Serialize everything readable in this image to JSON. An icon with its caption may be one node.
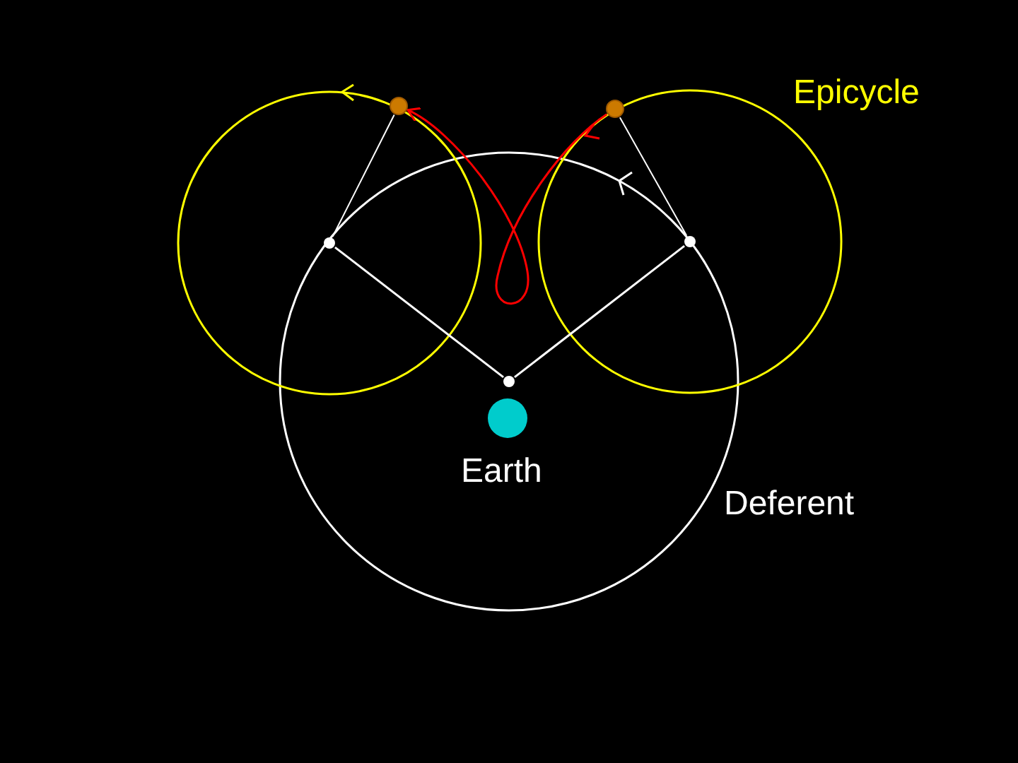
{
  "diagram": {
    "nodes": [
      {
        "text": [],
        "shape": "circle"
      },
      {
        "text": [],
        "shape": "circle"
      },
      {
        "text": [],
        "shape": "circle"
      },
      {
        "text": [],
        "shape": "circle"
      },
      {
        "text": [],
        "shape": "circle"
      }
    ],
    "edges": [
      {
        "from": 1,
        "to": 0,
        "arrow": "to",
        "color": "#ff0000"
      },
      {
        "from": 4,
        "to": 2,
        "arrow": "none"
      },
      {
        "from": 4,
        "to": 3,
        "arrow": "none"
      },
      {
        "from": 2,
        "to": 0,
        "arrow": "none"
      },
      {
        "from": 3,
        "to": 1,
        "arrow": "none"
      }
    ],
    "labels": [
      "Epicycle",
      "Earth",
      "Deferent"
    ]
  }
}
